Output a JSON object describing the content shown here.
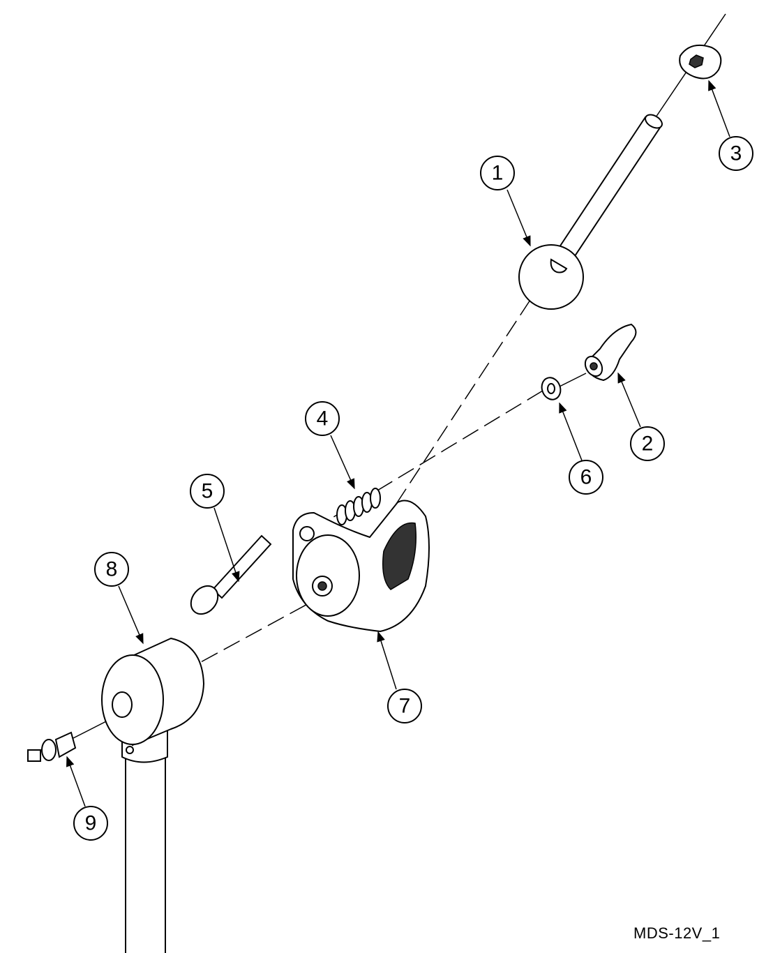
{
  "drawing_id": "MDS-12V_1",
  "callouts": [
    {
      "label": "1",
      "part": "ball-arm"
    },
    {
      "label": "2",
      "part": "wing-knob"
    },
    {
      "label": "3",
      "part": "end-cap"
    },
    {
      "label": "4",
      "part": "spring"
    },
    {
      "label": "5",
      "part": "pin"
    },
    {
      "label": "6",
      "part": "washer"
    },
    {
      "label": "7",
      "part": "clamp-body"
    },
    {
      "label": "8",
      "part": "cylinder-housing"
    },
    {
      "label": "9",
      "part": "bolt"
    }
  ]
}
